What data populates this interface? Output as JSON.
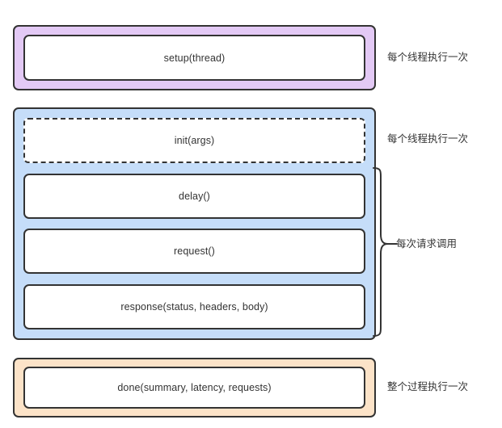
{
  "diagram": {
    "type": "lifecycle-hook-diagram",
    "title": "",
    "colors": {
      "purple_fill": "#e3c9f5",
      "blue_fill": "#c5ddf9",
      "orange_fill": "#fce3c8",
      "box_fill": "#ffffff",
      "stroke": "#333333",
      "text": "#333333"
    },
    "groups": [
      {
        "id": "setup-group",
        "fill": "#e3c9f5",
        "annotation": "每个线程执行一次",
        "steps": [
          {
            "id": "setup",
            "label": "setup(thread)",
            "style": "solid"
          }
        ]
      },
      {
        "id": "request-group",
        "fill": "#c5ddf9",
        "annotation_top": "每个线程执行一次",
        "annotation_brace": "每次请求调用",
        "steps": [
          {
            "id": "init",
            "label": "init(args)",
            "style": "dashed"
          },
          {
            "id": "delay",
            "label": "delay()",
            "style": "solid"
          },
          {
            "id": "request",
            "label": "request()",
            "style": "solid"
          },
          {
            "id": "response",
            "label": "response(status, headers, body)",
            "style": "solid"
          }
        ]
      },
      {
        "id": "done-group",
        "fill": "#fce3c8",
        "annotation": "整个过程执行一次",
        "steps": [
          {
            "id": "done",
            "label": "done(summary, latency, requests)",
            "style": "solid"
          }
        ]
      }
    ],
    "annotations": [
      {
        "id": "annotation-setup",
        "text": "每个线程执行一次"
      },
      {
        "id": "annotation-init",
        "text": "每个线程执行一次"
      },
      {
        "id": "annotation-per-request",
        "text": "每次请求调用"
      },
      {
        "id": "annotation-done",
        "text": "整个过程执行一次"
      }
    ]
  }
}
